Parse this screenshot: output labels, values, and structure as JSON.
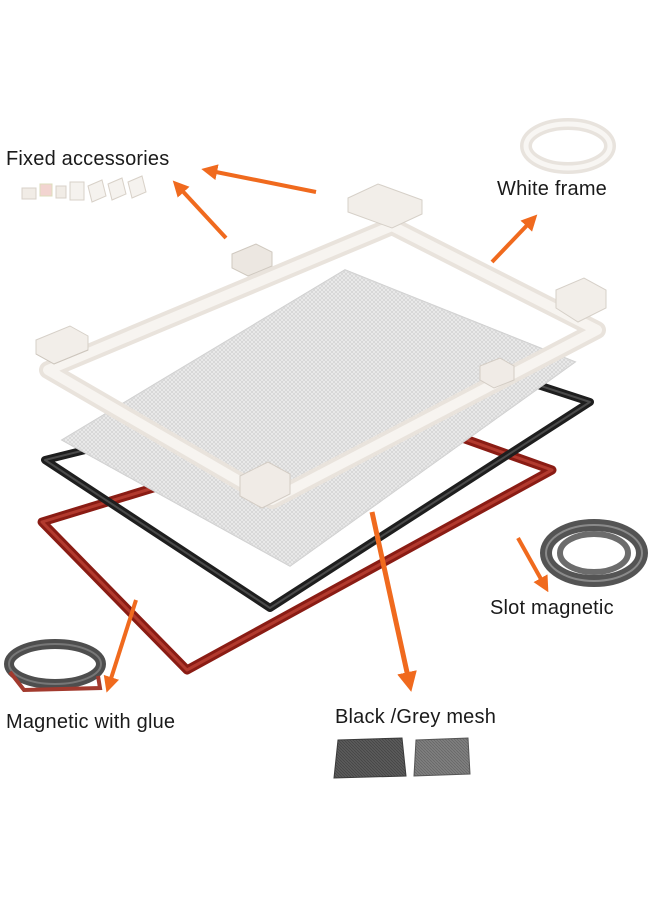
{
  "labels": {
    "fixed_accessories": "Fixed accessories",
    "white_frame": "White frame",
    "slot_magnetic": "Slot magnetic",
    "magnetic_with_glue": "Magnetic with glue",
    "black_grey_mesh": "Black /Grey mesh"
  },
  "colors": {
    "arrow": "#f06a1e",
    "white_frame": "#f1ede8",
    "mesh": "#dcdcdc",
    "black_magnet": "#222222",
    "red_magnet": "#8a1c14",
    "grey_tape": "#5c5c5c"
  }
}
